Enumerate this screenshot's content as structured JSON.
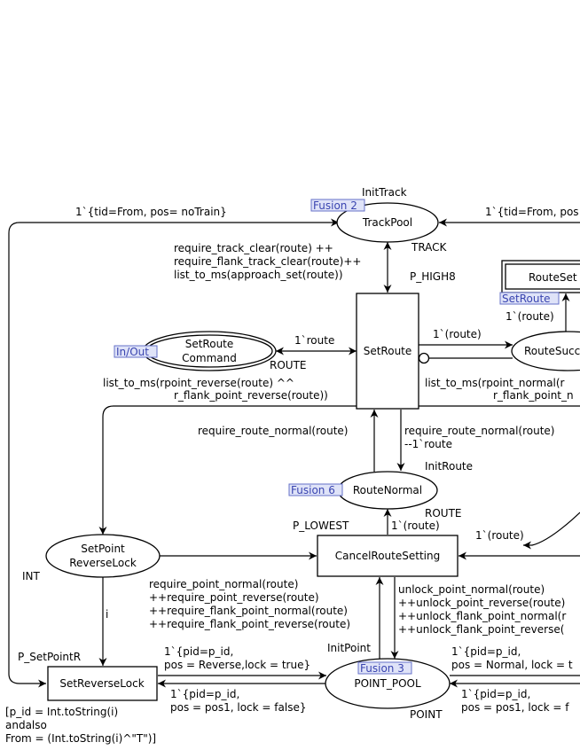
{
  "places": {
    "track_pool": {
      "name": "TrackPool",
      "initial": "InitTrack",
      "type": "TRACK",
      "fusion": "Fusion 2"
    },
    "set_route_command": {
      "name_line1": "SetRoute",
      "name_line2": "Command",
      "type": "ROUTE",
      "port": "In/Out"
    },
    "route_success": {
      "name": "RouteSucc"
    },
    "route_normal": {
      "name": "RouteNormal",
      "initial": "InitRoute",
      "type": "ROUTE",
      "fusion": "Fusion 6"
    },
    "setpoint_reverse_lock": {
      "name_line1": "SetPoint",
      "name_line2": "ReverseLock",
      "type": "INT"
    },
    "point_pool": {
      "name": "POINT_POOL",
      "initial": "InitPoint",
      "type": "POINT",
      "fusion": "Fusion 3"
    }
  },
  "transitions": {
    "set_route": {
      "name": "SetRoute",
      "priority": "P_HIGH8"
    },
    "route_set_sub": {
      "name": "RouteSet",
      "tag": "SetRoute"
    },
    "cancel_route_setting": {
      "name": "CancelRouteSetting",
      "priority": "P_LOWEST"
    },
    "set_reverse_lock": {
      "name": "SetReverseLock",
      "priority": "P_SetPointR"
    }
  },
  "arcs": {
    "left_top": "1`{tid=From, pos= noTrain}",
    "right_top": "1`{tid=From, pos",
    "track_line1": "require_track_clear(route) ++",
    "track_line2": "require_flank_track_clear(route)++",
    "track_line3": "list_to_ms(approach_set(route))",
    "cmd_route": "1`route",
    "route_to_success": "1`(route)",
    "success_to_routeset": "1`(route)",
    "reverse_line1": "list_to_ms(rpoint_reverse(route) ^^",
    "reverse_line2": "r_flank_point_reverse(route))",
    "normal_right_line1": "list_to_ms(rpoint_normal(r",
    "normal_right_line2": "r_flank_point_n",
    "rn_to_setroute": "require_route_normal(route)",
    "setroute_to_rn_line1": "require_route_normal(route)",
    "setroute_to_rn_line2": "--1`route",
    "cancel_to_rn": "1`(route)",
    "right_to_cancel": "1`(route)",
    "cancel_req_line1": "require_point_normal(route)",
    "cancel_req_line2": "++require_point_reverse(route)",
    "cancel_req_line3": "++require_flank_point_normal(route)",
    "cancel_req_line4": "++require_flank_point_reverse(route)",
    "unlock_line1": "unlock_point_normal(route)",
    "unlock_line2": "++unlock_point_reverse(route)",
    "unlock_line3": "++unlock_flank_point_normal(r",
    "unlock_line4": "++unlock_flank_point_reverse(",
    "i_arc": "i",
    "lock_rev_line1": "1`{pid=p_id,",
    "lock_rev_line2": "pos = Reverse,lock = true}",
    "release_line1": "1`{pid=p_id,",
    "release_line2": "pos = pos1, lock = false}",
    "lock_norm_line1": "1`{pid=p_id,",
    "lock_norm_line2": "pos = Normal, lock = t",
    "release2_line1": "1`{pid=p_id,",
    "release2_line2": "pos = pos1,  lock = f"
  },
  "guard": {
    "line1": "[p_id = Int.toString(i)",
    "line2": "andalso",
    "line3": "From = (Int.toString(i)^\"T\")]"
  }
}
